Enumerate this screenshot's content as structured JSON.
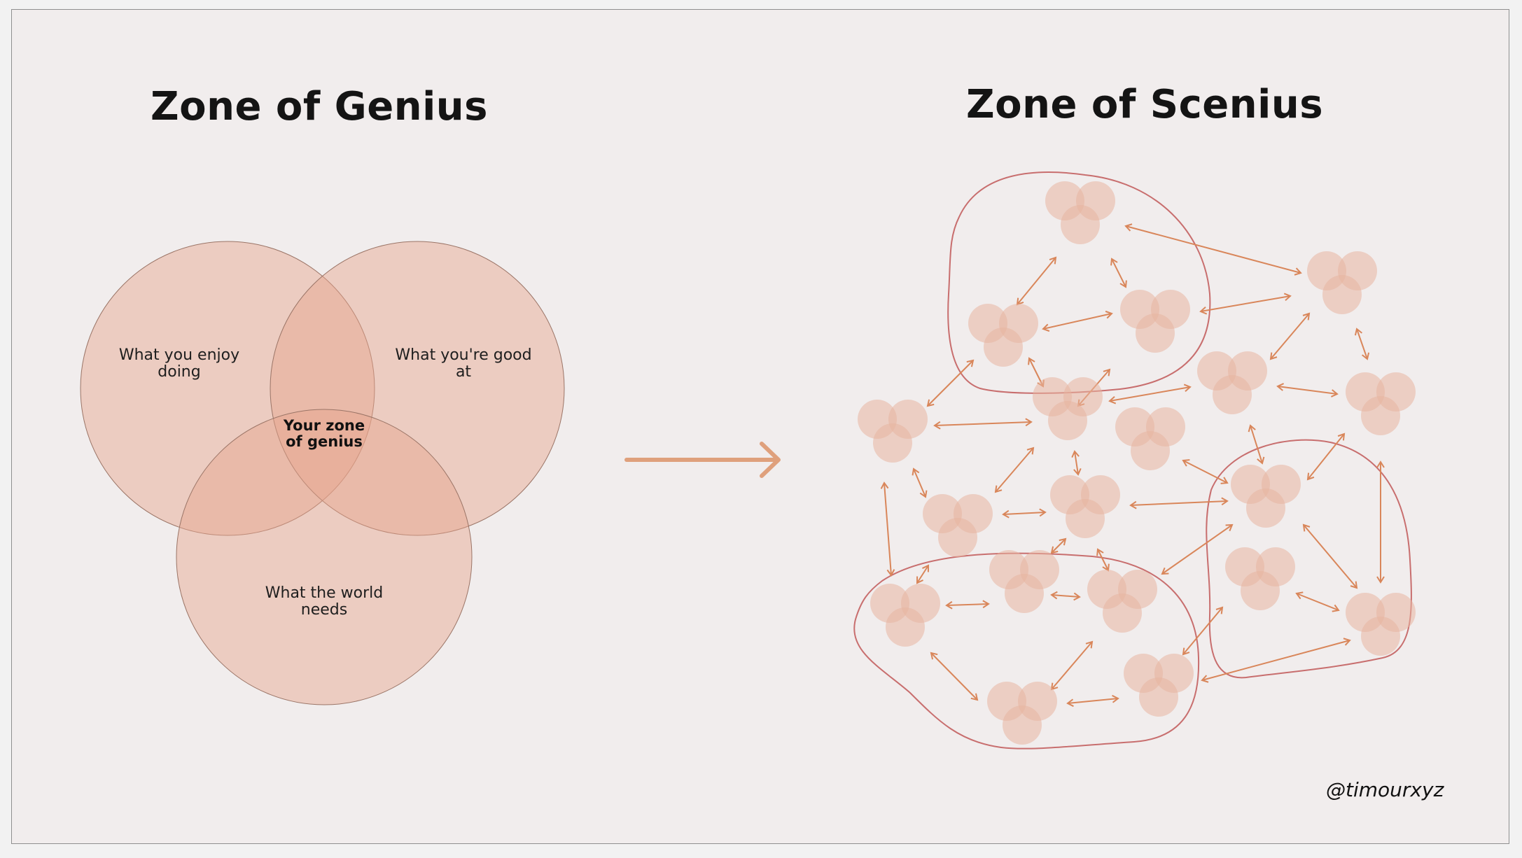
{
  "left": {
    "title": "Zone of Genius",
    "circles": {
      "enjoy": "What you enjoy doing",
      "good": "What you're good at",
      "world": "What the world needs"
    },
    "center_label": "Your zone of genius"
  },
  "right": {
    "title": "Zone of Scenius"
  },
  "handle": "@timourxyz",
  "colors": {
    "background": "#f1eded",
    "circle_fill": "#e8b4a0",
    "arrow": "#d9865a",
    "cluster_outline": "#c86e6e"
  }
}
